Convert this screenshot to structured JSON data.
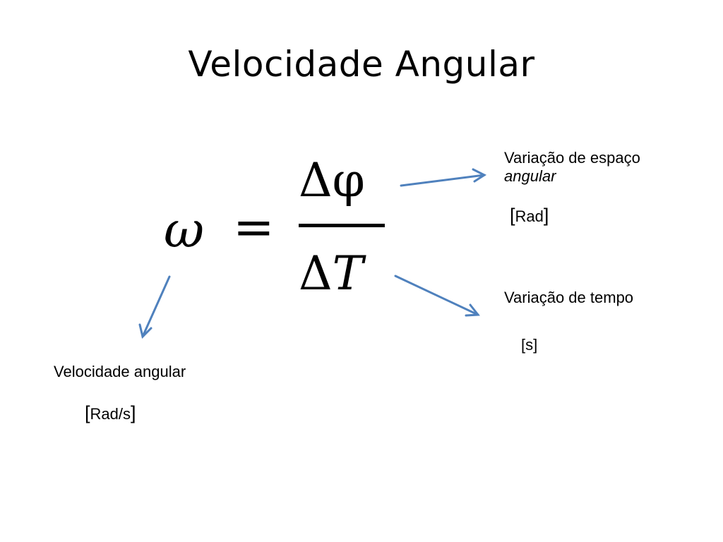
{
  "slide": {
    "title": "Velocidade Angular",
    "formula": {
      "lhs": "ω",
      "equals": "=",
      "numerator": "Δφ",
      "denominator_delta": "Δ",
      "denominator_var": "T"
    },
    "annotations": {
      "omega": {
        "label": "Velocidade angular",
        "unit_open": "[",
        "unit": "Rad/s",
        "unit_close": "]"
      },
      "numerator": {
        "label_line1": "Variação de espaço",
        "label_line2": "angular",
        "unit_open": "[",
        "unit": "Rad",
        "unit_close": "]"
      },
      "denominator": {
        "label": "Variação de tempo",
        "unit": "[s]"
      }
    },
    "colors": {
      "arrow": "#4f81bd",
      "text": "#000000"
    }
  }
}
